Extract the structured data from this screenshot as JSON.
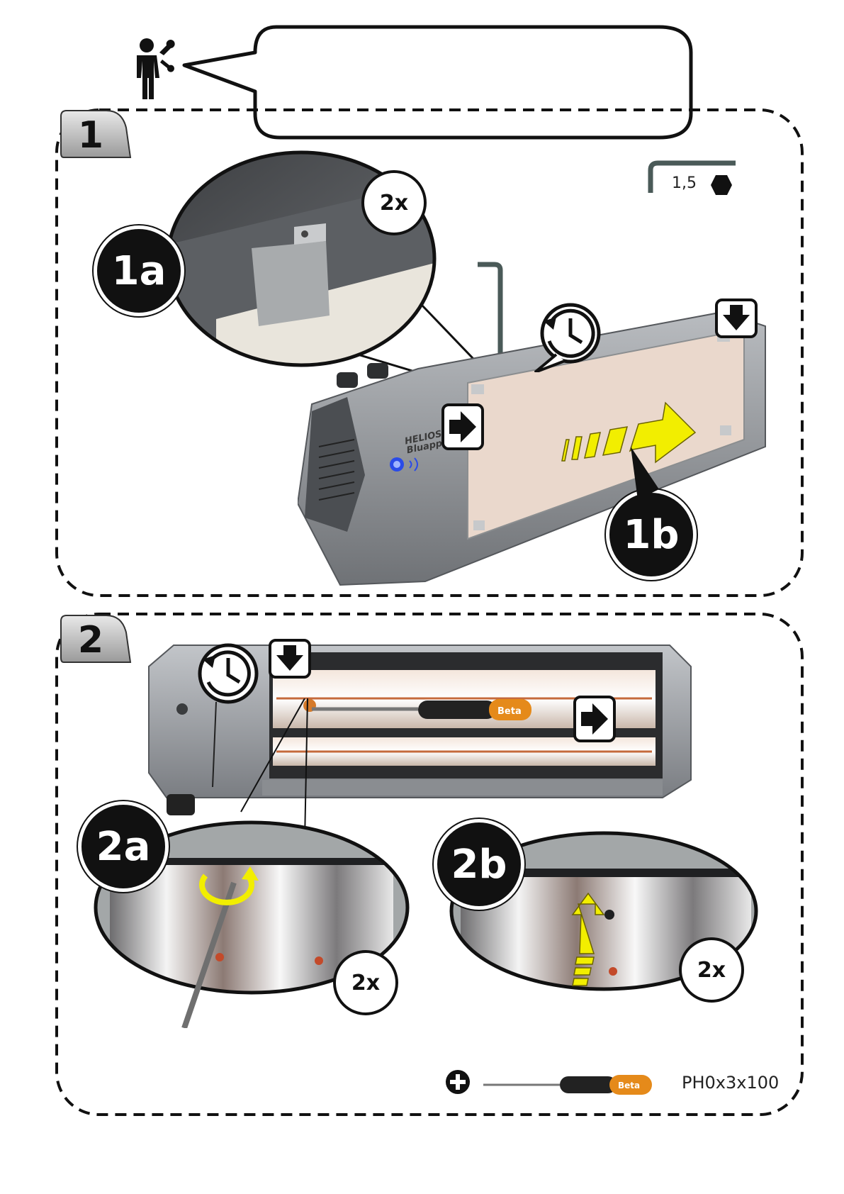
{
  "steps": [
    {
      "number": "1",
      "callouts": [
        "1a",
        "1b"
      ],
      "count_label": "2x"
    },
    {
      "number": "2",
      "callouts": [
        "2a",
        "2b"
      ],
      "count_labels": [
        "2x",
        "2x"
      ]
    }
  ],
  "tools": {
    "hex_key_size": "1,5",
    "screwdriver_code": "PH0x3x100",
    "screwdriver_brand": "Beta"
  },
  "product": {
    "brand_line1": "HELIOSA",
    "brand_line2": "Bluapp"
  },
  "icons": [
    "technician-icon",
    "hex-key-icon",
    "hexagon-icon",
    "clock-icon",
    "arrow-right-icon",
    "arrow-down-icon",
    "phillips-icon",
    "screwdriver-icon"
  ],
  "colors": {
    "callout": "#111111",
    "heater_body": "#8c8f93",
    "panel": "#ead8cc",
    "arrow": "#f2ee00",
    "handle": "#e58a1a"
  }
}
